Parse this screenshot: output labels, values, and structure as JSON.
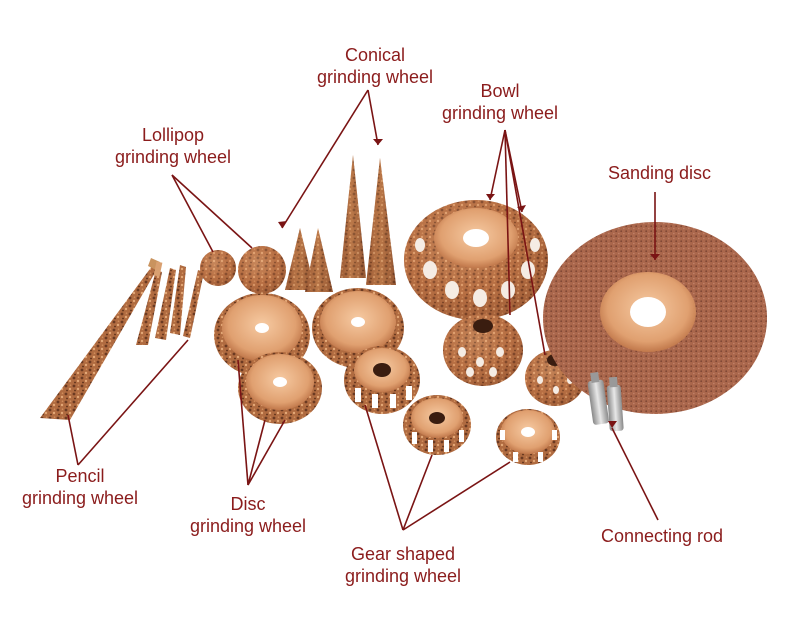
{
  "labels": {
    "conical": {
      "line1": "Conical",
      "line2": "grinding wheel"
    },
    "bowl": {
      "line1": "Bowl",
      "line2": "grinding wheel"
    },
    "lollipop": {
      "line1": "Lollipop",
      "line2": "grinding wheel"
    },
    "sanding": {
      "line1": "Sanding disc"
    },
    "pencil": {
      "line1": "Pencil",
      "line2": "grinding wheel"
    },
    "disc": {
      "line1": "Disc",
      "line2": "grinding wheel"
    },
    "gear": {
      "line1": "Gear shaped",
      "line2": "grinding wheel"
    },
    "rod": {
      "line1": "Connecting rod"
    }
  },
  "colors": {
    "label": "#8b1c1c",
    "leader": "#7a1414",
    "copper_light": "#e8a878",
    "copper_mid": "#c8784a",
    "copper_dark": "#8a4a2a",
    "grit": "#6b3a22",
    "steel": "#b8b8b8"
  }
}
